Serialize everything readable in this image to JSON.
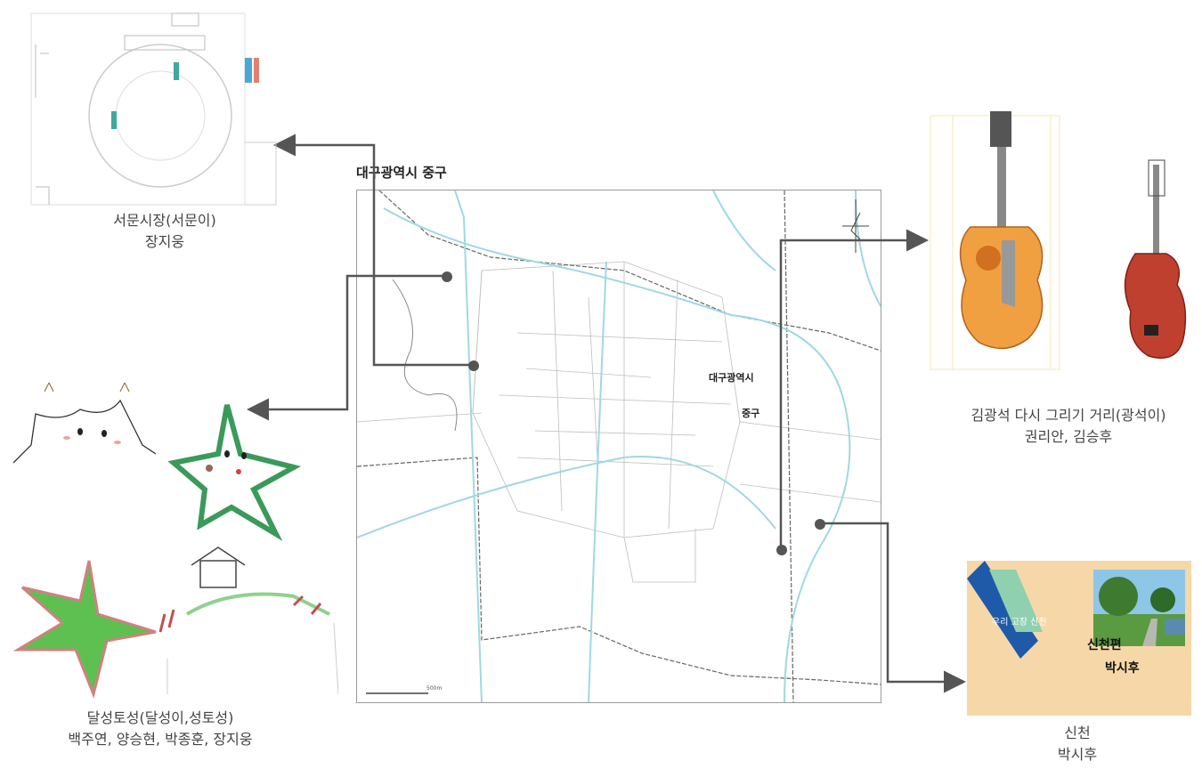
{
  "map": {
    "title": "대구광역시 중구",
    "center_label": "대구광역시",
    "district_label": "중구",
    "scale_label": "500m"
  },
  "captions": {
    "seomun": {
      "line1": "서문시장(서문이)",
      "line2": "장지웅"
    },
    "dalseong": {
      "line1": "달성토성(달성이,성토성)",
      "line2": "백주연, 양승현, 박종훈, 장지웅"
    },
    "kimkwangseok": {
      "line1": "김광석 다시 그리기 거리(광석이)",
      "line2": "권리안, 김승후"
    },
    "sincheon": {
      "line1": "신천",
      "line2": "박시후"
    }
  },
  "scene_card": {
    "banner": "우리 고장 신천",
    "title": "신천편",
    "author": "박시후"
  },
  "drawings": {
    "seomun_icon": "seomun-market-drawing",
    "dalseong_icon": "dalseong-fortress-drawing",
    "guitar_icon": "guitar-drawing",
    "sincheon_icon": "sincheon-stream-photo"
  },
  "colors": {
    "connector": "#555555",
    "river": "#a8dde6",
    "star_green": "#3a9a5a",
    "card_bg": "#f6d8a8"
  }
}
